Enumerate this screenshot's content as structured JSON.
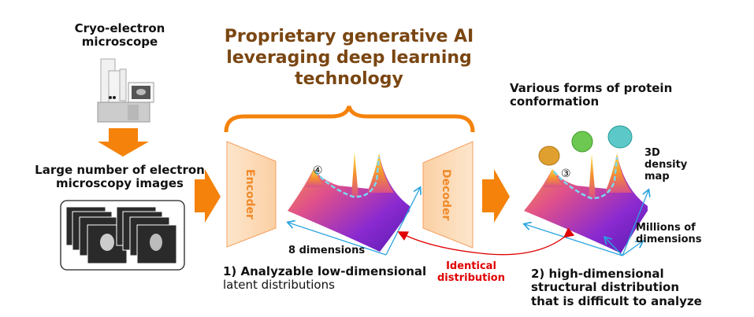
{
  "microscope": {
    "label": "Cryo-electron microscope",
    "line1": "Cryo-electron",
    "line2": "microscope"
  },
  "images": {
    "line1": "Large number of electron",
    "line2": "microscopy images"
  },
  "ai_title": {
    "line1": "Proprietary generative AI",
    "line2": "leveraging deep learning",
    "line3": "technology"
  },
  "encoder": {
    "label": "Encoder"
  },
  "decoder": {
    "label": "Decoder"
  },
  "latent": {
    "marker": "④",
    "axis_label": "8 dimensions",
    "caption_line1": "1) Analyzable low-dimensional",
    "caption_line2": "latent distributions"
  },
  "identical": {
    "line1": "Identical",
    "line2": "distribution"
  },
  "conformations": {
    "title_line1": "Various forms of protein",
    "title_line2": "conformation"
  },
  "structural": {
    "marker": "③",
    "z_label_line1": "3D",
    "z_label_line2": "density",
    "z_label_line3": "map",
    "axis_label_line1": "Millions of",
    "axis_label_line2": "dimensions",
    "caption_line1": "2) high-dimensional",
    "caption_line2": "structural distribution",
    "caption_line3": "that is difficult to analyze"
  },
  "colors": {
    "orange": "#f5820a",
    "brown": "#7a4612",
    "red": "#e00000",
    "axis_blue": "#29a3e0",
    "protein_colors": [
      "#e0a030",
      "#6cc850",
      "#5cc8c8"
    ]
  }
}
